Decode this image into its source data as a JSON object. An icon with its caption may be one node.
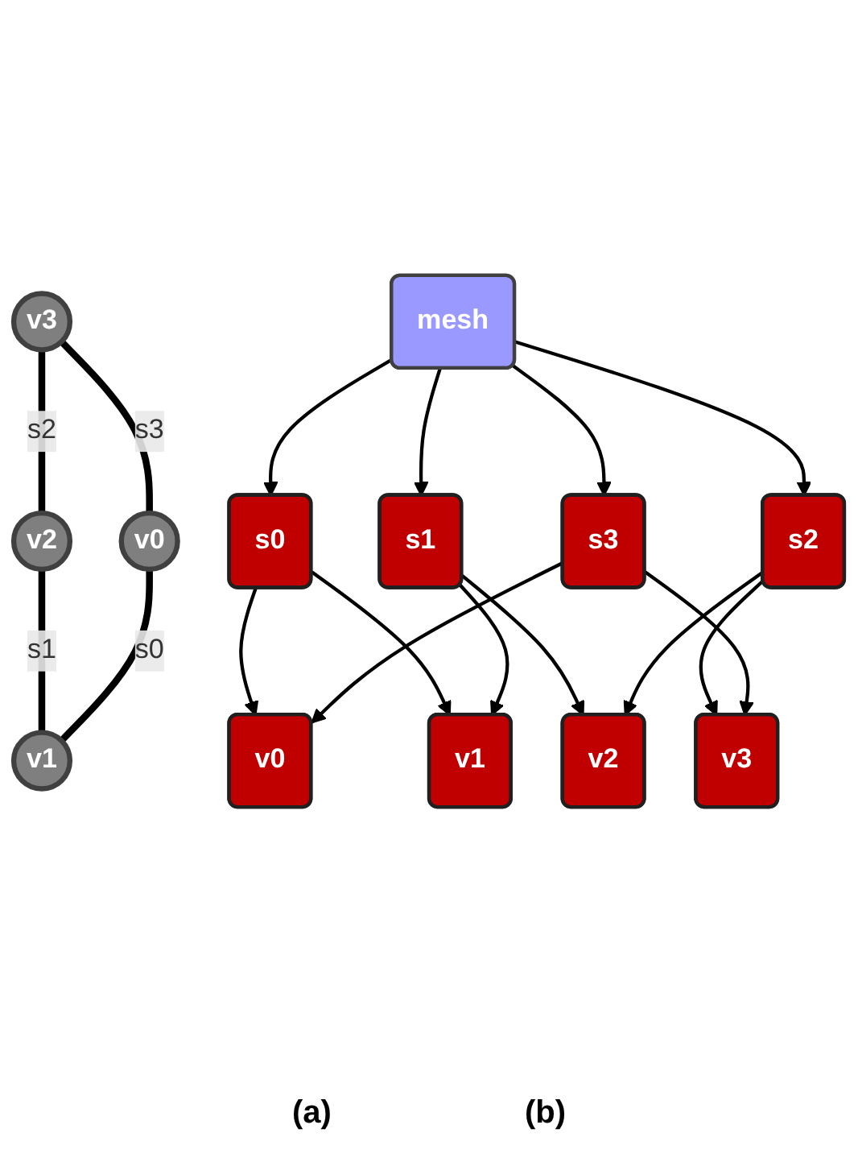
{
  "diagram": {
    "nodes": [
      {
        "text": [
          "v3"
        ]
      },
      {
        "text": [
          "v2"
        ]
      },
      {
        "text": [
          "v0"
        ]
      },
      {
        "text": [
          "v1"
        ]
      },
      {
        "text": [
          "mesh"
        ]
      },
      {
        "text": [
          "s0"
        ]
      },
      {
        "text": [
          "s1"
        ]
      },
      {
        "text": [
          "s2"
        ]
      },
      {
        "text": [
          "s3"
        ]
      },
      {
        "text": [
          "v0"
        ]
      },
      {
        "text": [
          "v1"
        ]
      },
      {
        "text": [
          "v2"
        ]
      },
      {
        "text": [
          "v3"
        ]
      }
    ],
    "edges": [
      {
        "from": 0,
        "to": 1,
        "label": "s2",
        "arrow": "none",
        "style": "thick"
      },
      {
        "from": 0,
        "to": 2,
        "label": "s3",
        "arrow": "none",
        "style": "thick"
      },
      {
        "from": 1,
        "to": 3,
        "label": "s1",
        "arrow": "none",
        "style": "thick"
      },
      {
        "from": 2,
        "to": 3,
        "label": "s0",
        "arrow": "none",
        "style": "thick"
      },
      {
        "from": 4,
        "to": 5,
        "arrow": "to"
      },
      {
        "from": 4,
        "to": 6,
        "arrow": "to"
      },
      {
        "from": 4,
        "to": 7,
        "arrow": "to"
      },
      {
        "from": 4,
        "to": 8,
        "arrow": "to"
      },
      {
        "from": 5,
        "to": 9,
        "arrow": "to"
      },
      {
        "from": 5,
        "to": 10,
        "arrow": "to"
      },
      {
        "from": 6,
        "to": 10,
        "arrow": "to"
      },
      {
        "from": 6,
        "to": 11,
        "arrow": "to"
      },
      {
        "from": 7,
        "to": 11,
        "arrow": "to"
      },
      {
        "from": 7,
        "to": 12,
        "arrow": "to"
      },
      {
        "from": 8,
        "to": 12,
        "arrow": "to"
      },
      {
        "from": 8,
        "to": 9,
        "arrow": "to"
      }
    ],
    "labels": [
      "(a)",
      "(b)"
    ]
  }
}
